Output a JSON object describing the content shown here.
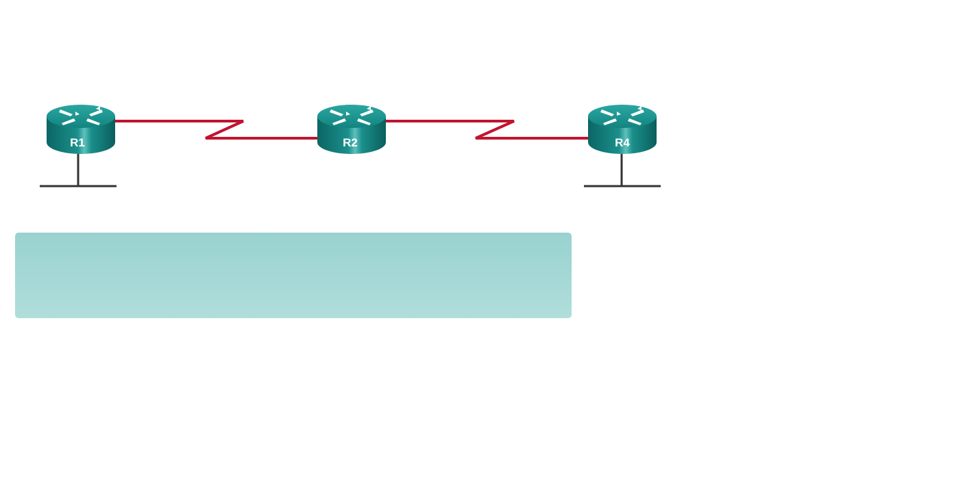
{
  "diagram": {
    "routers": [
      {
        "id": "r1",
        "label": "R1",
        "has_lan": true
      },
      {
        "id": "r2",
        "label": "R2",
        "has_lan": false
      },
      {
        "id": "r4",
        "label": "R4",
        "has_lan": true
      }
    ],
    "links": [
      {
        "from": "R1",
        "to": "R2",
        "type": "serial"
      },
      {
        "from": "R2",
        "to": "R4",
        "type": "serial"
      }
    ],
    "colors": {
      "serial": "#c0142f",
      "router": "#1a8a87",
      "lan": "#333333",
      "info_box": "#a3d8d5"
    }
  }
}
